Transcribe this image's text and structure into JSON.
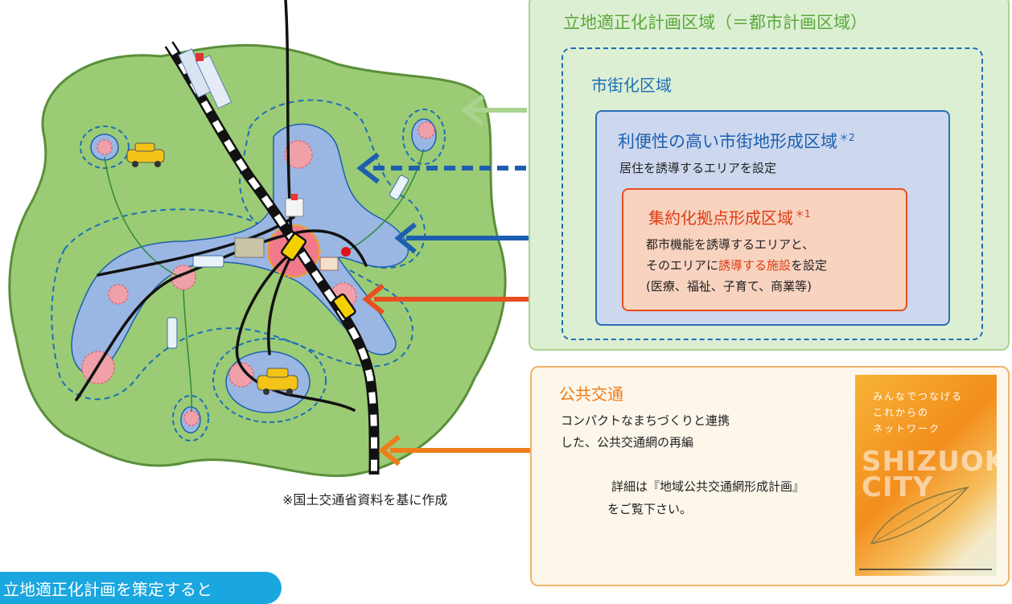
{
  "legend": {
    "outer_title": "立地適正化計画区域（＝都市計画区域）",
    "dashed_title": "市街化区域",
    "convenience_title": "利便性の高い市街地形成区域",
    "convenience_mark": "＊2",
    "convenience_desc": "居住を誘導するエリアを設定",
    "hub_title": "集約化拠点形成区域",
    "hub_mark": "＊1",
    "hub_line1": "都市機能を誘導するエリアと、",
    "hub_line2_pre": "そのエリアに",
    "hub_line2_hl": "誘導する施設",
    "hub_line2_post": "を設定",
    "hub_line3": "(医療、福祉、子育て、商業等)"
  },
  "transit": {
    "title": "公共交通",
    "line1": "コンパクトなまちづくりと連携",
    "line2": "した、公共交通網の再編",
    "detail1": "詳細は『地域公共交通網形成計画』",
    "detail2": "をご覧下さい。"
  },
  "booklet": {
    "line1": "みんなでつなげる",
    "line2": "これからの",
    "line3": "ネットワーク",
    "brand1": "SHIZUOKA",
    "brand2": "CITY"
  },
  "note": "※国土交通省資料を基に作成",
  "footer_tab": "立地適正化計画を策定すると",
  "colors": {
    "city_area": "#9bcb75",
    "urbanization_area": "#1d6fb8",
    "convenience_area": "#9ab7e3",
    "hub_area": "#e84e1f",
    "transit": "#ee7d1a"
  }
}
